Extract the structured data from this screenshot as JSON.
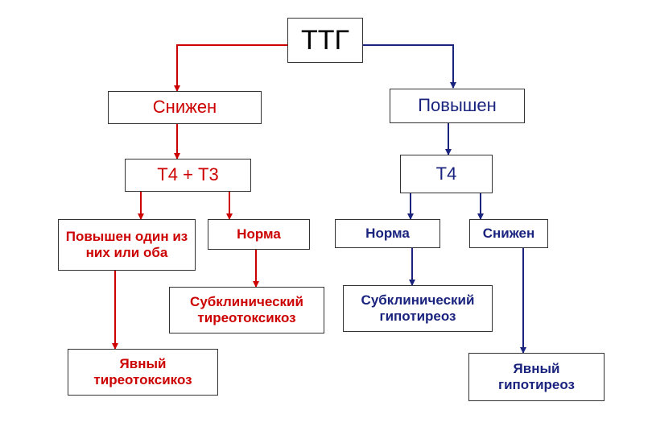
{
  "colors": {
    "red": "#cc0000",
    "blue": "#1a237e",
    "border": "#333333"
  },
  "nodes": {
    "root": "ТТГ",
    "low": "Снижен",
    "high": "Повышен",
    "t4t3": "Т4 + Т3",
    "t4": "Т4",
    "elevated_one_or_both": "Повышен один из них или оба",
    "normal_left": "Норма",
    "normal_right": "Норма",
    "low_right": "Снижен",
    "subclinical_thyrotoxicosis": "Субклинический тиреотоксикоз",
    "subclinical_hypothyroidism": "Субклинический гипотиреоз",
    "overt_thyrotoxicosis": "Явный тиреотоксикоз",
    "overt_hypothyroidism": "Явный гипотиреоз"
  }
}
